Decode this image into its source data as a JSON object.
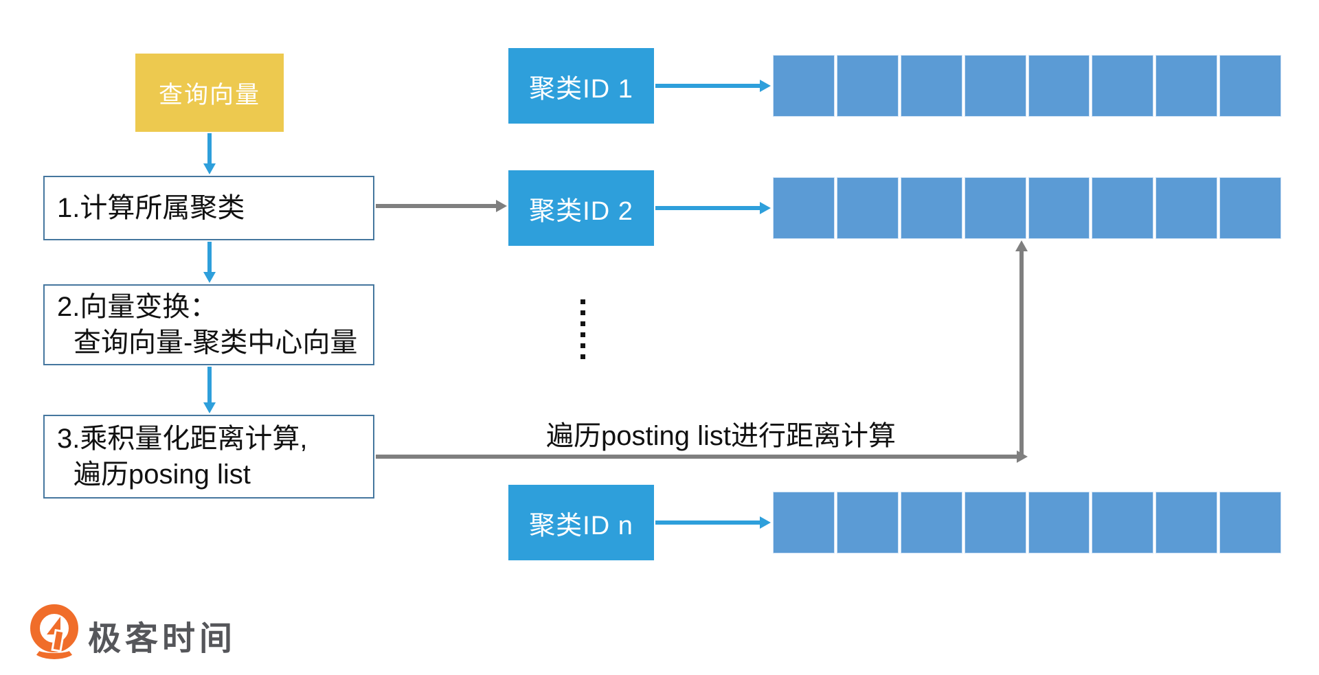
{
  "colors": {
    "query_box_bg": "#EDC94F",
    "cluster_box_bg": "#2E9FDB",
    "posting_cell_bg": "#5B9BD5",
    "step_box_border": "#45769E",
    "blue_arrow": "#2E9FDB",
    "gray_arrow": "#7F7F7F",
    "logo_orange": "#F06D2A",
    "logo_text_color": "#55565A"
  },
  "diagram": {
    "query_box_label": "查询向量",
    "steps": [
      {
        "line1": "1.计算所属聚类",
        "line2": ""
      },
      {
        "line1": "2.向量变换：",
        "line2": "查询向量-聚类中心向量"
      },
      {
        "line1": "3.乘积量化距离计算,",
        "line2": "遍历posing list"
      }
    ],
    "clusters": [
      {
        "label": "聚类ID 1",
        "cells": 8
      },
      {
        "label": "聚类ID 2",
        "cells": 8
      },
      {
        "label": "聚类ID n",
        "cells": 8
      }
    ],
    "ellipsis_dots": 6,
    "annotation": "遍历posting list进行距离计算"
  },
  "footer": {
    "logo_text": "极客时间"
  }
}
